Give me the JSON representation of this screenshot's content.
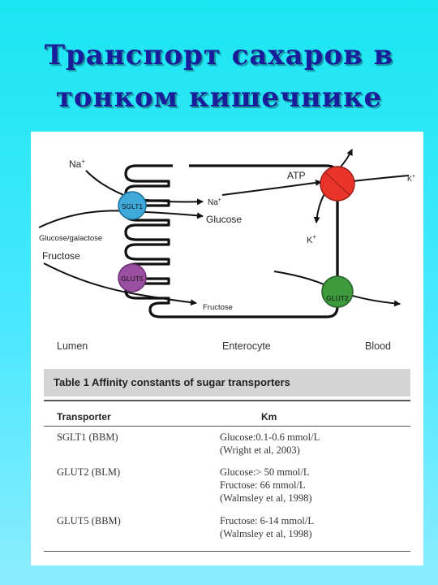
{
  "slide": {
    "title_line1": "Транспорт сахаров в",
    "title_line2": "тонком кишечнике"
  },
  "diagram": {
    "labels": {
      "na_in": "Na",
      "na_in_sup": "+",
      "na_out": "Na",
      "na_out_sup": "+",
      "glucose": "Glucose",
      "glucose_galactose": "Glucose/galactose",
      "fructose_in": "Fructose",
      "fructose_out": "Fructose",
      "atp": "ATP",
      "k_in": "K",
      "k_in_sup": "+",
      "k_out": "K",
      "k_out_sup": "+"
    },
    "transporters": {
      "sglt1": "SGLT1",
      "glut5": "GLUT5",
      "glut2": "GLUT2"
    },
    "regions": {
      "lumen": "Lumen",
      "enterocyte": "Enterocyte",
      "blood": "Blood"
    },
    "colors": {
      "sglt1": "#3fa9d9",
      "glut5": "#9b4fa0",
      "glut2": "#3d9b3d",
      "pump": "#e8342a"
    }
  },
  "table": {
    "title": "Table 1  Affinity constants of sugar transporters",
    "headers": {
      "transporter": "Transporter",
      "km": "Km"
    },
    "rows": [
      {
        "transporter": "SGLT1 (BBM)",
        "km": [
          "Glucose:0.1-0.6 mmol/L",
          "(Wright et al, 2003)"
        ]
      },
      {
        "transporter": "GLUT2 (BLM)",
        "km": [
          "Glucose:> 50 mmol/L",
          "Fructose: 66 mmol/L",
          "(Walmsley et al, 1998)"
        ]
      },
      {
        "transporter": "GLUT5 (BBM)",
        "km": [
          "Fructose: 6-14 mmol/L",
          "(Walmsley et al, 1998)"
        ]
      }
    ]
  }
}
